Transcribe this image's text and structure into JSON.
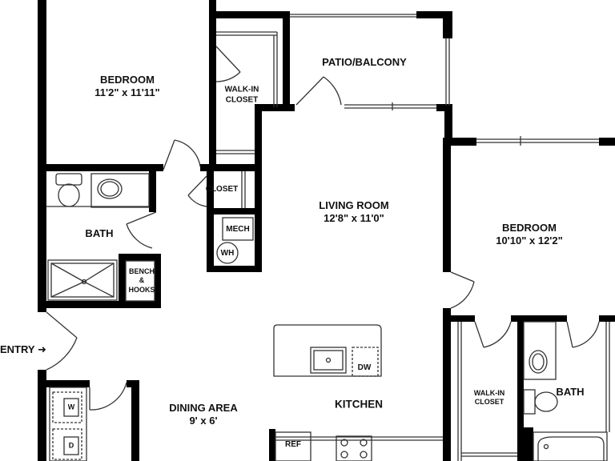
{
  "rooms": {
    "bedroom_1": {
      "name": "BEDROOM",
      "dims": "11'2\" x 11'11\""
    },
    "walk_in_closet_1": {
      "name": "WALK-IN CLOSET"
    },
    "patio": {
      "name": "PATIO/BALCONY"
    },
    "bath_1": {
      "name": "BATH"
    },
    "closet": {
      "name": "CLOSET"
    },
    "mech": {
      "name": "MECH"
    },
    "wh": {
      "name": "WH"
    },
    "living_room": {
      "name": "LIVING ROOM",
      "dims": "12'8\" x 11'0\""
    },
    "bedroom_2": {
      "name": "BEDROOM",
      "dims": "10'10\" x 12'2\""
    },
    "bench_hooks": {
      "name": "BENCH & HOOKS"
    },
    "entry": {
      "name": "ENTRY"
    },
    "dining_area": {
      "name": "DINING AREA",
      "dims": "9' x 6'"
    },
    "kitchen": {
      "name": "KITCHEN"
    },
    "dw": {
      "name": "DW"
    },
    "ref": {
      "name": "REF"
    },
    "walk_in_closet_2": {
      "name": "WALK-IN CLOSET"
    },
    "bath_2": {
      "name": "BATH"
    },
    "washer": {
      "name": "W"
    },
    "dryer": {
      "name": "D"
    }
  },
  "colors": {
    "wall": "#000000",
    "line": "#333333",
    "background": "#ffffff"
  }
}
